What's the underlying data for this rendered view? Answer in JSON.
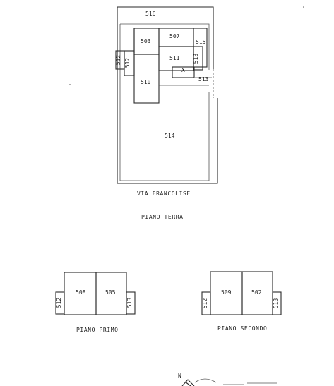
{
  "parcels": {
    "p516": "516",
    "p503": "503",
    "p507": "507",
    "p515": "515",
    "p512": "512",
    "p511": "511",
    "p513": "513",
    "p510": "510",
    "p514": "514",
    "p508": "508",
    "p505": "505",
    "p509": "509",
    "p502": "502"
  },
  "labels": {
    "street": "VIA FRANCOLISE",
    "ground_floor": "PIANO TERRA",
    "first_floor": "PIANO PRIMO",
    "second_floor": "PIANO SECONDO",
    "north": "N",
    "mark": "X"
  }
}
